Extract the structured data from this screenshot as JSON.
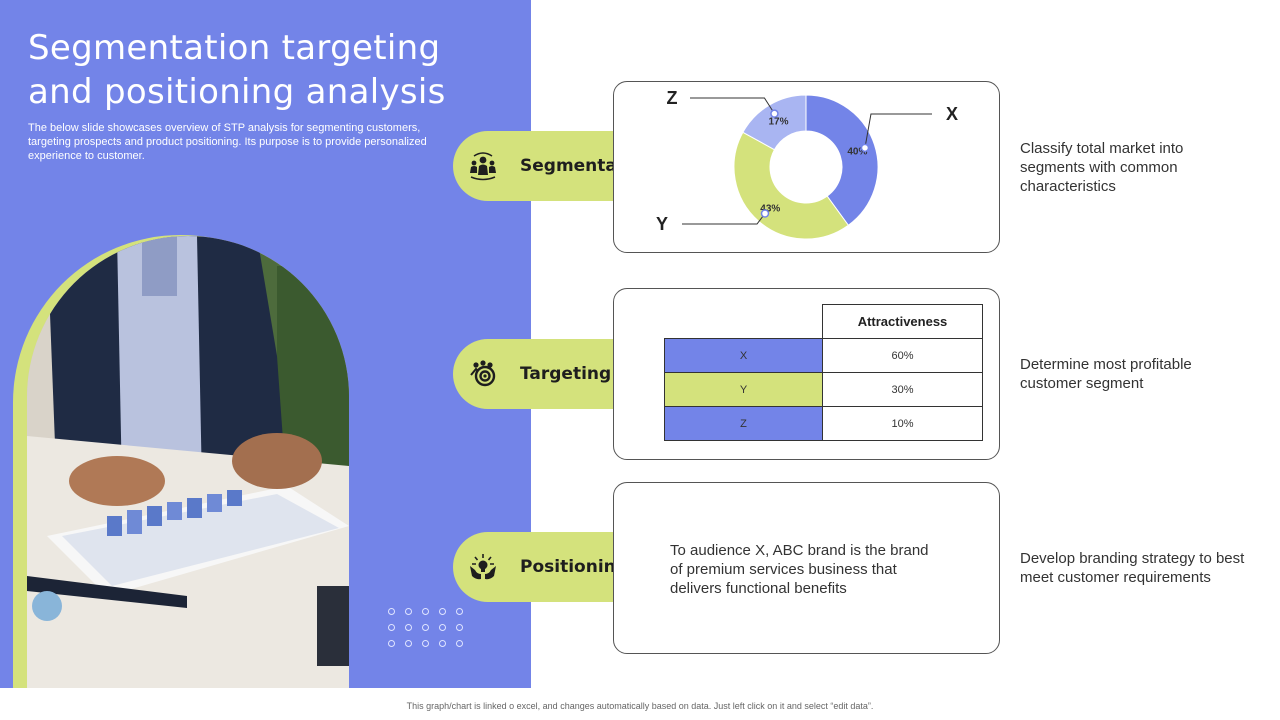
{
  "slide": {
    "title": "Segmentation targeting and positioning analysis",
    "subtitle": "The below slide showcases overview of STP analysis for segmenting customers, targeting prospects and product positioning. Its purpose is to provide personalized experience to customer.",
    "footer": "This graph/chart is linked o excel, and changes automatically based on data. Just left click on it and select “edit data”."
  },
  "colors": {
    "accent_blue": "#7384E8",
    "accent_green": "#D4E27C",
    "light_blue": "#A9B5F2"
  },
  "steps": [
    {
      "label": "Segmentation",
      "icon": "people-network-icon",
      "description": "Classify total market into segments with common characteristics"
    },
    {
      "label": "Targeting",
      "icon": "target-group-icon",
      "description": "Determine most profitable customer segment"
    },
    {
      "label": "Positioning",
      "icon": "hands-bulb-icon",
      "description": "Develop branding strategy to best meet customer requirements"
    }
  ],
  "chart_data": {
    "type": "pie",
    "categories": [
      "X",
      "Y",
      "Z"
    ],
    "values": [
      40,
      43,
      17
    ],
    "value_labels": [
      "40%",
      "43%",
      "17%"
    ],
    "colors": [
      "#7384E8",
      "#D4E27C",
      "#A9B5F2"
    ],
    "legend": "callouts"
  },
  "targeting_table": {
    "header": "Attractiveness",
    "rows": [
      {
        "segment": "X",
        "value": "60%",
        "color": "#7384E8"
      },
      {
        "segment": "Y",
        "value": "30%",
        "color": "#D4E27C"
      },
      {
        "segment": "Z",
        "value": "10%",
        "color": "#7384E8"
      }
    ]
  },
  "positioning": {
    "statement": "To audience X, ABC brand is the brand of premium services business that delivers functional  benefits"
  }
}
